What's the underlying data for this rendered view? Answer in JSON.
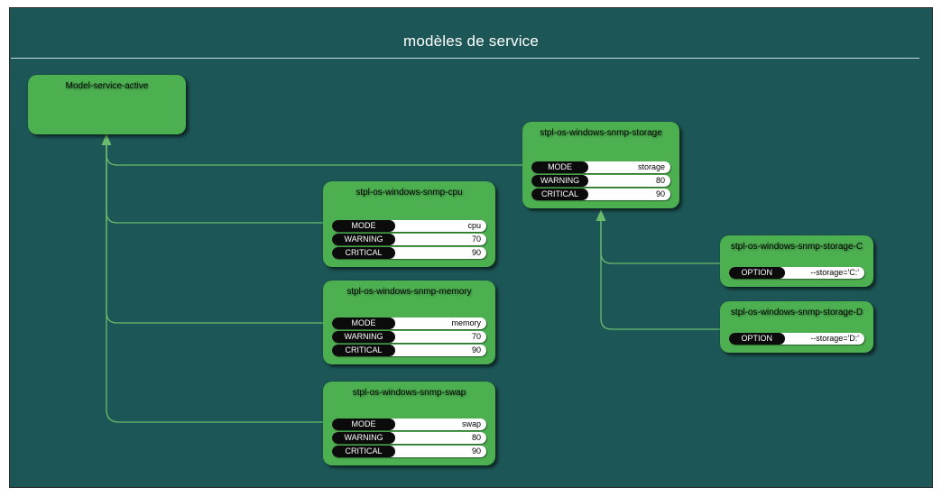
{
  "title": "modèles de service",
  "colors": {
    "panel_background": "#1d5656",
    "node_green": "#4caf50",
    "connector_green": "#6abc6c",
    "pill_black": "#0b0b0b",
    "pill_white": "#ffffff",
    "title_text": "#ffffff"
  },
  "nodes": [
    {
      "id": "model-service-active",
      "label": "Model-service-active",
      "rows": []
    },
    {
      "id": "stpl-os-windows-snmp-storage",
      "label": "stpl-os-windows-snmp-storage",
      "rows": [
        {
          "key": "MODE",
          "value": "storage"
        },
        {
          "key": "WARNING",
          "value": "80"
        },
        {
          "key": "CRITICAL",
          "value": "90"
        }
      ]
    },
    {
      "id": "stpl-os-windows-snmp-cpu",
      "label": "stpl-os-windows-snmp-cpu",
      "rows": [
        {
          "key": "MODE",
          "value": "cpu"
        },
        {
          "key": "WARNING",
          "value": "70"
        },
        {
          "key": "CRITICAL",
          "value": "90"
        }
      ]
    },
    {
      "id": "stpl-os-windows-snmp-memory",
      "label": "stpl-os-windows-snmp-memory",
      "rows": [
        {
          "key": "MODE",
          "value": "memory"
        },
        {
          "key": "WARNING",
          "value": "70"
        },
        {
          "key": "CRITICAL",
          "value": "90"
        }
      ]
    },
    {
      "id": "stpl-os-windows-snmp-swap",
      "label": "stpl-os-windows-snmp-swap",
      "rows": [
        {
          "key": "MODE",
          "value": "swap"
        },
        {
          "key": "WARNING",
          "value": "80"
        },
        {
          "key": "CRITICAL",
          "value": "90"
        }
      ]
    },
    {
      "id": "stpl-os-windows-snmp-storage-C",
      "label": "stpl-os-windows-snmp-storage-C",
      "rows": [
        {
          "key": "OPTION",
          "value": "--storage='C:'"
        }
      ]
    },
    {
      "id": "stpl-os-windows-snmp-storage-D",
      "label": "stpl-os-windows-snmp-storage-D",
      "rows": [
        {
          "key": "OPTION",
          "value": "--storage='D:'"
        }
      ]
    }
  ],
  "edges": [
    {
      "from": "stpl-os-windows-snmp-storage",
      "to": "Model-service-active"
    },
    {
      "from": "stpl-os-windows-snmp-cpu",
      "to": "Model-service-active"
    },
    {
      "from": "stpl-os-windows-snmp-memory",
      "to": "Model-service-active"
    },
    {
      "from": "stpl-os-windows-snmp-swap",
      "to": "Model-service-active"
    },
    {
      "from": "stpl-os-windows-snmp-storage-C",
      "to": "stpl-os-windows-snmp-storage"
    },
    {
      "from": "stpl-os-windows-snmp-storage-D",
      "to": "stpl-os-windows-snmp-storage"
    }
  ]
}
